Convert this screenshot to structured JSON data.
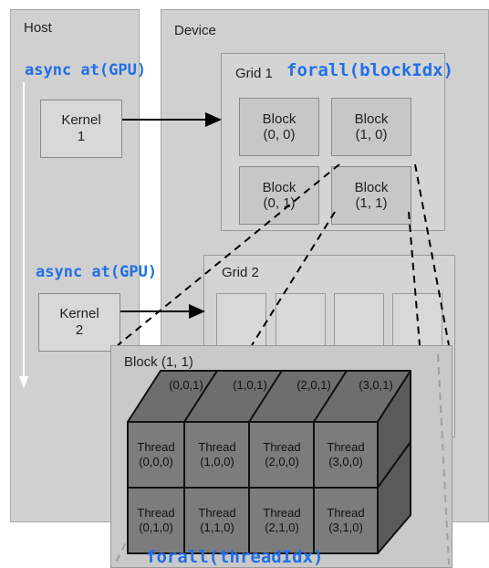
{
  "host": {
    "title": "Host"
  },
  "device": {
    "title": "Device"
  },
  "async_labels": [
    "async at(GPU)",
    "async at(GPU)"
  ],
  "kernels": [
    {
      "line1": "Kernel",
      "line2": "1"
    },
    {
      "line1": "Kernel",
      "line2": "2"
    }
  ],
  "grid1": {
    "title": "Grid 1",
    "forall": "forall(blockIdx)",
    "blocks": [
      {
        "line1": "Block",
        "line2": "(0, 0)"
      },
      {
        "line1": "Block",
        "line2": "(1, 0)"
      },
      {
        "line1": "Block",
        "line2": "(0, 1)"
      },
      {
        "line1": "Block",
        "line2": "(1, 1)"
      }
    ]
  },
  "grid2": {
    "title": "Grid 2"
  },
  "zoom_block": {
    "title": "Block (1, 1)",
    "top_labels": [
      "(0,0,1)",
      "(1,0,1)",
      "(2,0,1)",
      "(3,0,1)"
    ],
    "threads_row0": [
      {
        "line1": "Thread",
        "line2": "(0,0,0)"
      },
      {
        "line1": "Thread",
        "line2": "(1,0,0)"
      },
      {
        "line1": "Thread",
        "line2": "(2,0,0)"
      },
      {
        "line1": "Thread",
        "line2": "(3,0,0)"
      }
    ],
    "threads_row1": [
      {
        "line1": "Thread",
        "line2": "(0,1,0)"
      },
      {
        "line1": "Thread",
        "line2": "(1,1,0)"
      },
      {
        "line1": "Thread",
        "line2": "(2,1,0)"
      },
      {
        "line1": "Thread",
        "line2": "(3,1,0)"
      }
    ],
    "forall": "forall(threadIdx)"
  },
  "colors": {
    "accent": "#2070e8",
    "panel": "#d0d0d0",
    "cube_front": "#7c7c7c",
    "cube_top": "#6e6e6e",
    "cube_side": "#5a5a5a"
  }
}
